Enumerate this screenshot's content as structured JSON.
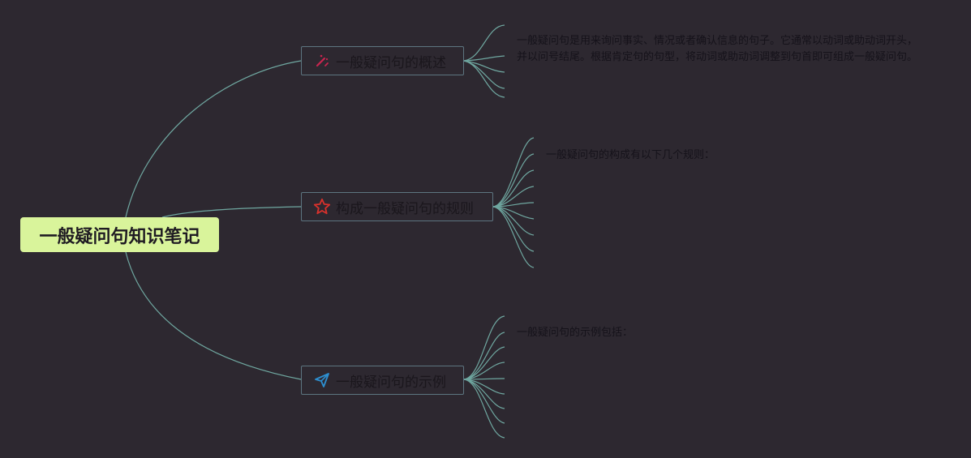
{
  "root": {
    "label": "一般疑问句知识笔记"
  },
  "topics": [
    {
      "label": "一般疑问句的概述",
      "icon": "magic-wand-icon",
      "icon_color": "#c9254f",
      "note": "一般疑问句是用来询问事实、情况或者确认信息的句子。它通常以动词或助动词开头，并以问号结尾。根据肯定句的句型，将动词或助动词调整到句首即可组成一般疑问句。"
    },
    {
      "label": "构成一般疑问句的规则",
      "icon": "star-icon",
      "icon_color": "#d8312c",
      "note": "一般疑问句的构成有以下几个规则："
    },
    {
      "label": "一般疑问句的示例",
      "icon": "paper-plane-icon",
      "icon_color": "#2d8fd0",
      "note": "一般疑问句的示例包括："
    }
  ],
  "colors": {
    "background": "#2d2830",
    "root_fill": "#d9f49b",
    "link": "#6fa7a0",
    "topic_border": "#5d7580"
  }
}
